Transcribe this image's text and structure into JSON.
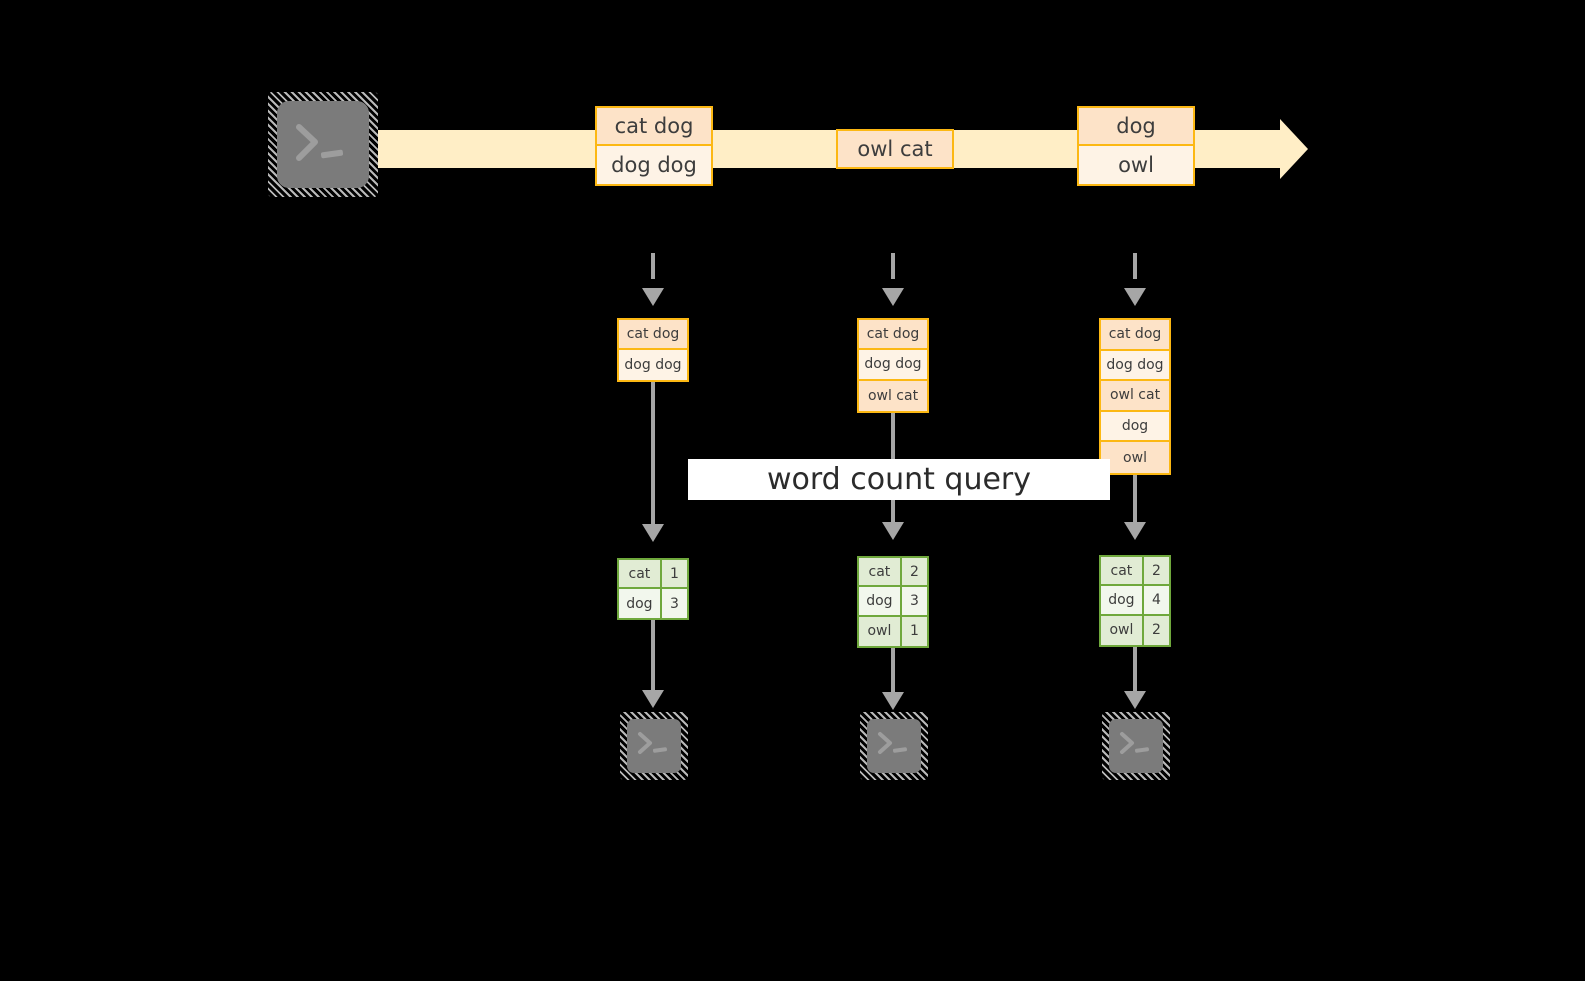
{
  "diagram": {
    "title": "word count query",
    "caption_label": "word count query",
    "colors": {
      "stream_fill": "#ffeec6",
      "record_border": "#fcb813",
      "record_fill_dark": "#fde3c8",
      "record_fill_light": "#fef3e6",
      "result_border": "#6fa83c",
      "result_fill_dark": "#e1ecd4",
      "result_fill_light": "#f2f7ed",
      "arrow_gray": "#a6a6a6",
      "console_gray": "#7b7b7b",
      "background": "#000000",
      "band_white": "#ffffff",
      "text": "#3d3d3d"
    },
    "source": {
      "icon": "console-icon",
      "prompt_glyph": ">_"
    },
    "stream": {
      "name": "event-stream",
      "direction": "left-to-right",
      "events": [
        {
          "id": "e1",
          "lines": [
            "cat dog",
            "dog dog"
          ]
        },
        {
          "id": "e2",
          "lines": [
            "owl cat"
          ]
        },
        {
          "id": "e3",
          "lines": [
            "dog",
            "owl"
          ]
        }
      ]
    },
    "snapshots": [
      {
        "id": "s1",
        "state_lines": [
          "cat dog",
          "dog dog"
        ],
        "result": {
          "rows": [
            {
              "word": "cat",
              "count": "1"
            },
            {
              "word": "dog",
              "count": "3"
            }
          ]
        },
        "sink_icon": "console-icon",
        "sink_prompt_glyph": ">_"
      },
      {
        "id": "s2",
        "state_lines": [
          "cat dog",
          "dog dog",
          "owl cat"
        ],
        "result": {
          "rows": [
            {
              "word": "cat",
              "count": "2"
            },
            {
              "word": "dog",
              "count": "3"
            },
            {
              "word": "owl",
              "count": "1"
            }
          ]
        },
        "sink_icon": "console-icon",
        "sink_prompt_glyph": ">_"
      },
      {
        "id": "s3",
        "state_lines": [
          "cat dog",
          "dog dog",
          "owl cat",
          "dog",
          "owl"
        ],
        "result": {
          "rows": [
            {
              "word": "cat",
              "count": "2"
            },
            {
              "word": "dog",
              "count": "4"
            },
            {
              "word": "owl",
              "count": "2"
            }
          ]
        },
        "sink_icon": "console-icon",
        "sink_prompt_glyph": ">_"
      }
    ]
  }
}
